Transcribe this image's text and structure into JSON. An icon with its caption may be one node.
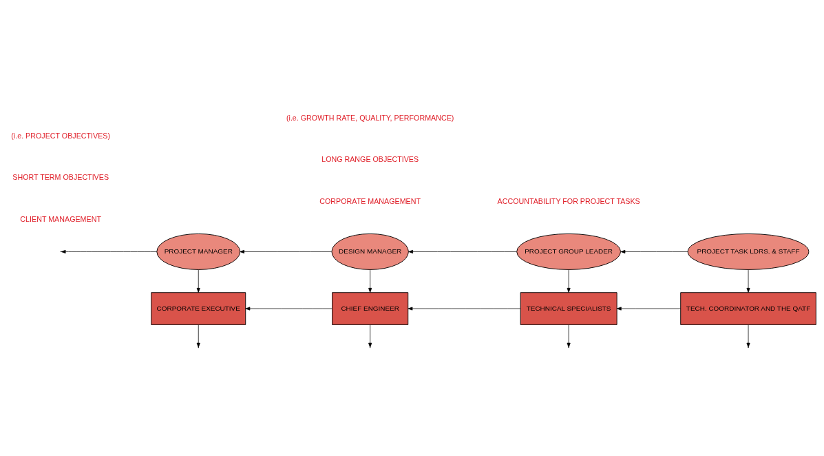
{
  "diagram": {
    "nodes": [
      {
        "text": [
          "CORPORATE EXECUTIVE"
        ]
      },
      {
        "text": [
          "CHIEF ENGINEER"
        ]
      },
      {
        "text": [
          "TECHNICAL SPECIALISTS"
        ]
      },
      {
        "text": [
          "TECH. COORDINATOR AND THE QATF"
        ]
      },
      {
        "text": [
          "PROJECT MANAGER"
        ]
      },
      {
        "text": [
          "DESIGN MANAGER"
        ]
      },
      {
        "text": [
          "PROJECT GROUP LEADER"
        ]
      },
      {
        "text": [
          "PROJECT TASK LDRS. & STAFF"
        ]
      }
    ],
    "edges": [
      {
        "from": 0,
        "to": null,
        "arrow": "to"
      },
      {
        "from": 1,
        "to": null,
        "arrow": "to"
      },
      {
        "from": 2,
        "to": null,
        "arrow": "to"
      },
      {
        "from": 3,
        "to": null,
        "arrow": "to"
      },
      {
        "from": 1,
        "to": 0,
        "arrow": "to"
      },
      {
        "from": 2,
        "to": 1,
        "arrow": "to"
      },
      {
        "from": 3,
        "to": 2,
        "arrow": "to"
      },
      {
        "from": 4,
        "to": 0,
        "arrow": "to"
      },
      {
        "from": 5,
        "to": 1,
        "arrow": "to"
      },
      {
        "from": 6,
        "to": 2,
        "arrow": "to"
      },
      {
        "from": 7,
        "to": 3,
        "arrow": "to"
      },
      {
        "from": 4,
        "to": null,
        "arrow": "to"
      },
      {
        "from": 5,
        "to": 4,
        "arrow": "to"
      },
      {
        "from": 6,
        "to": 5,
        "arrow": "to"
      },
      {
        "from": 7,
        "to": 6,
        "arrow": "to"
      }
    ],
    "labels": [
      "CORPORATE MANAGEMENT",
      "LONG RANGE OBJECTIVES",
      "(i.e. GROWTH RATE, QUALITY, PERFORMANCE)",
      "CLIENT MANAGEMENT",
      "SHORT TERM OBJECTIVES",
      "(i.e. PROJECT OBJECTIVES)",
      "ACCOUNTABILITY FOR PROJECT TASKS"
    ]
  }
}
